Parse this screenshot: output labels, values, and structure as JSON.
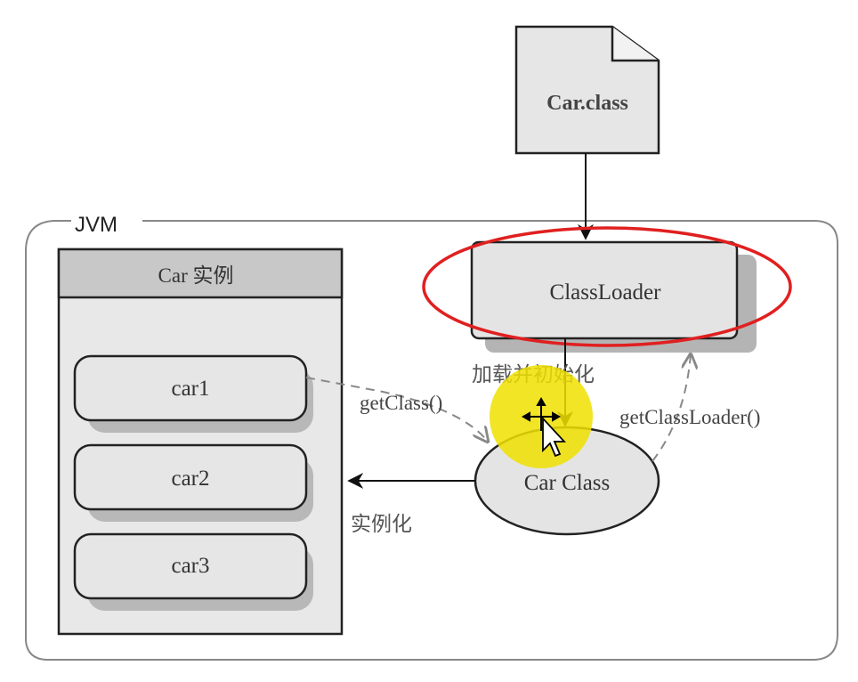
{
  "diagram": {
    "file_node": {
      "label": "Car.class"
    },
    "jvm": {
      "label": "JVM"
    },
    "instances_panel": {
      "title": "Car 实例",
      "items": [
        {
          "label": "car1"
        },
        {
          "label": "car2"
        },
        {
          "label": "car3"
        }
      ]
    },
    "classloader": {
      "label": "ClassLoader"
    },
    "car_class": {
      "label": "Car Class"
    },
    "edges": {
      "load_init": "加载并初始化",
      "get_class": "getClass()",
      "get_classloader": "getClassLoader()",
      "instantiate": "实例化"
    },
    "highlight_color": "#e02020",
    "cursor_highlight_color": "#f0e000"
  }
}
